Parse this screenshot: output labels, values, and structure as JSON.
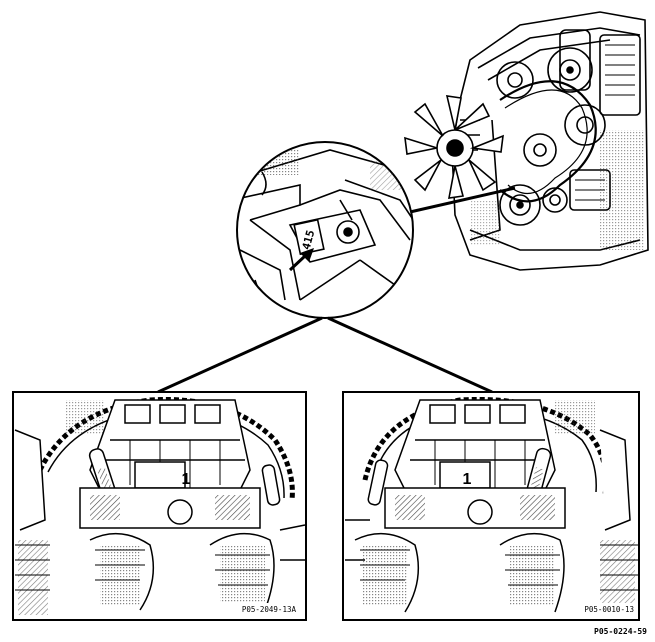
{
  "figure": {
    "marker_value": "415",
    "left_panel": {
      "callout": "1",
      "code": "P05-2049-13A"
    },
    "right_panel": {
      "callout": "1",
      "code": "P05-0010-13"
    },
    "figure_code": "P05-0224-59"
  },
  "colors": {
    "ink": "#000000",
    "paper": "#ffffff",
    "hatch": "#555555"
  }
}
